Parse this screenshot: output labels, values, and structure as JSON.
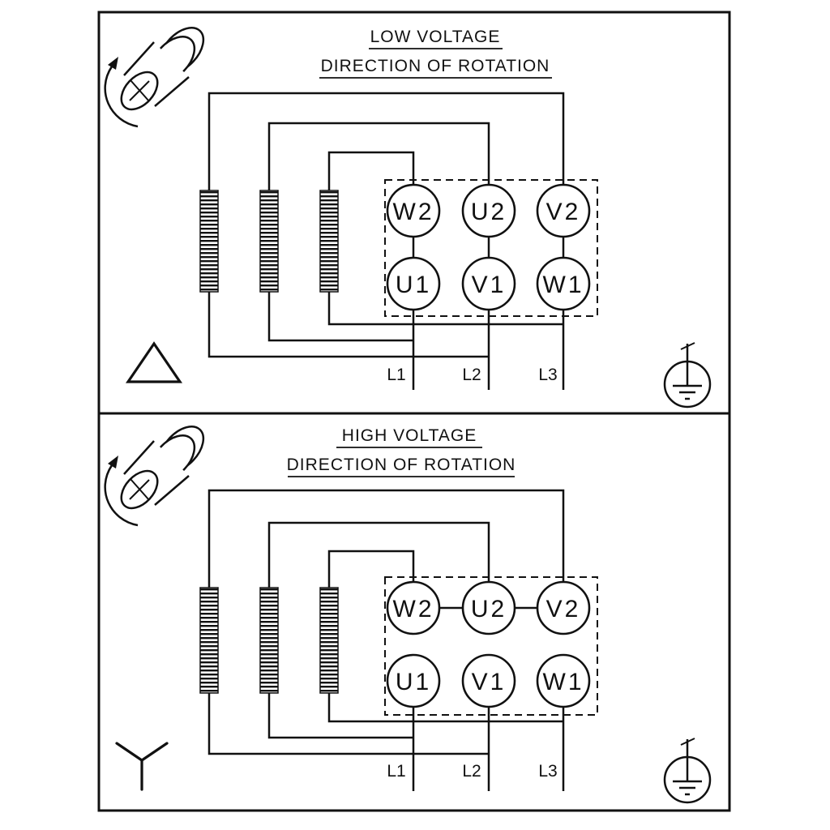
{
  "document": {
    "background": "#ffffff",
    "line_color": "#111111"
  },
  "panels": [
    {
      "title": "LOW VOLTAGE",
      "subtitle": "DIRECTION OF ROTATION",
      "winding_connection": "delta",
      "terminals_top": [
        "W2",
        "U2",
        "V2"
      ],
      "terminals_bottom": [
        "U1",
        "V1",
        "W1"
      ],
      "supply_lines": [
        "L1",
        "L2",
        "L3"
      ],
      "icons": {
        "rotation": "shaft-rotation-icon",
        "connection": "delta-symbol-icon",
        "earth": "earth-ground-icon"
      }
    },
    {
      "title": "HIGH VOLTAGE",
      "subtitle": "DIRECTION OF ROTATION",
      "winding_connection": "star",
      "terminals_top": [
        "W2",
        "U2",
        "V2"
      ],
      "terminals_bottom": [
        "U1",
        "V1",
        "W1"
      ],
      "supply_lines": [
        "L1",
        "L2",
        "L3"
      ],
      "icons": {
        "rotation": "shaft-rotation-icon",
        "connection": "star-symbol-icon",
        "earth": "earth-ground-icon"
      }
    }
  ]
}
